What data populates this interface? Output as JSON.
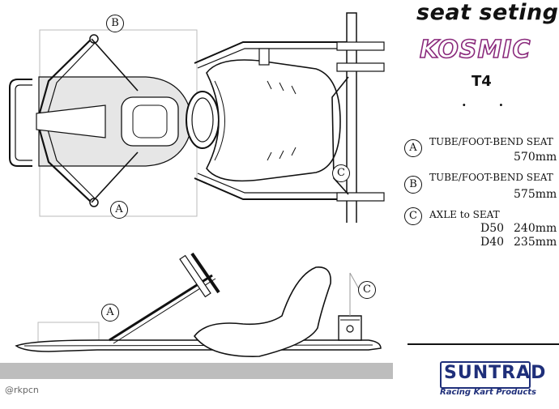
{
  "header": {
    "title": "seat seting",
    "brand": "KOSMIC",
    "model": "T4"
  },
  "markers": {
    "a": "A",
    "b": "B",
    "c": "C"
  },
  "specs": [
    {
      "marker": "A",
      "label": "TUBE/FOOT-BEND SEAT",
      "value": "570mm"
    },
    {
      "marker": "B",
      "label": "TUBE/FOOT-BEND SEAT",
      "value": "575mm"
    },
    {
      "marker": "C",
      "label": "AXLE to SEAT",
      "rows": [
        {
          "code": "D50",
          "value": "240mm"
        },
        {
          "code": "D40",
          "value": "235mm"
        }
      ]
    }
  ],
  "footer": {
    "logo": "SUNTRAD",
    "tagline": "Racing Kart Products",
    "credit": "@rkpcn"
  },
  "colors": {
    "line": "#111111",
    "panel_fill": "#e6e6e6",
    "brand": "#8a2a7c",
    "logo": "#1f2f7a",
    "ground_bar": "#bdbdbd"
  }
}
